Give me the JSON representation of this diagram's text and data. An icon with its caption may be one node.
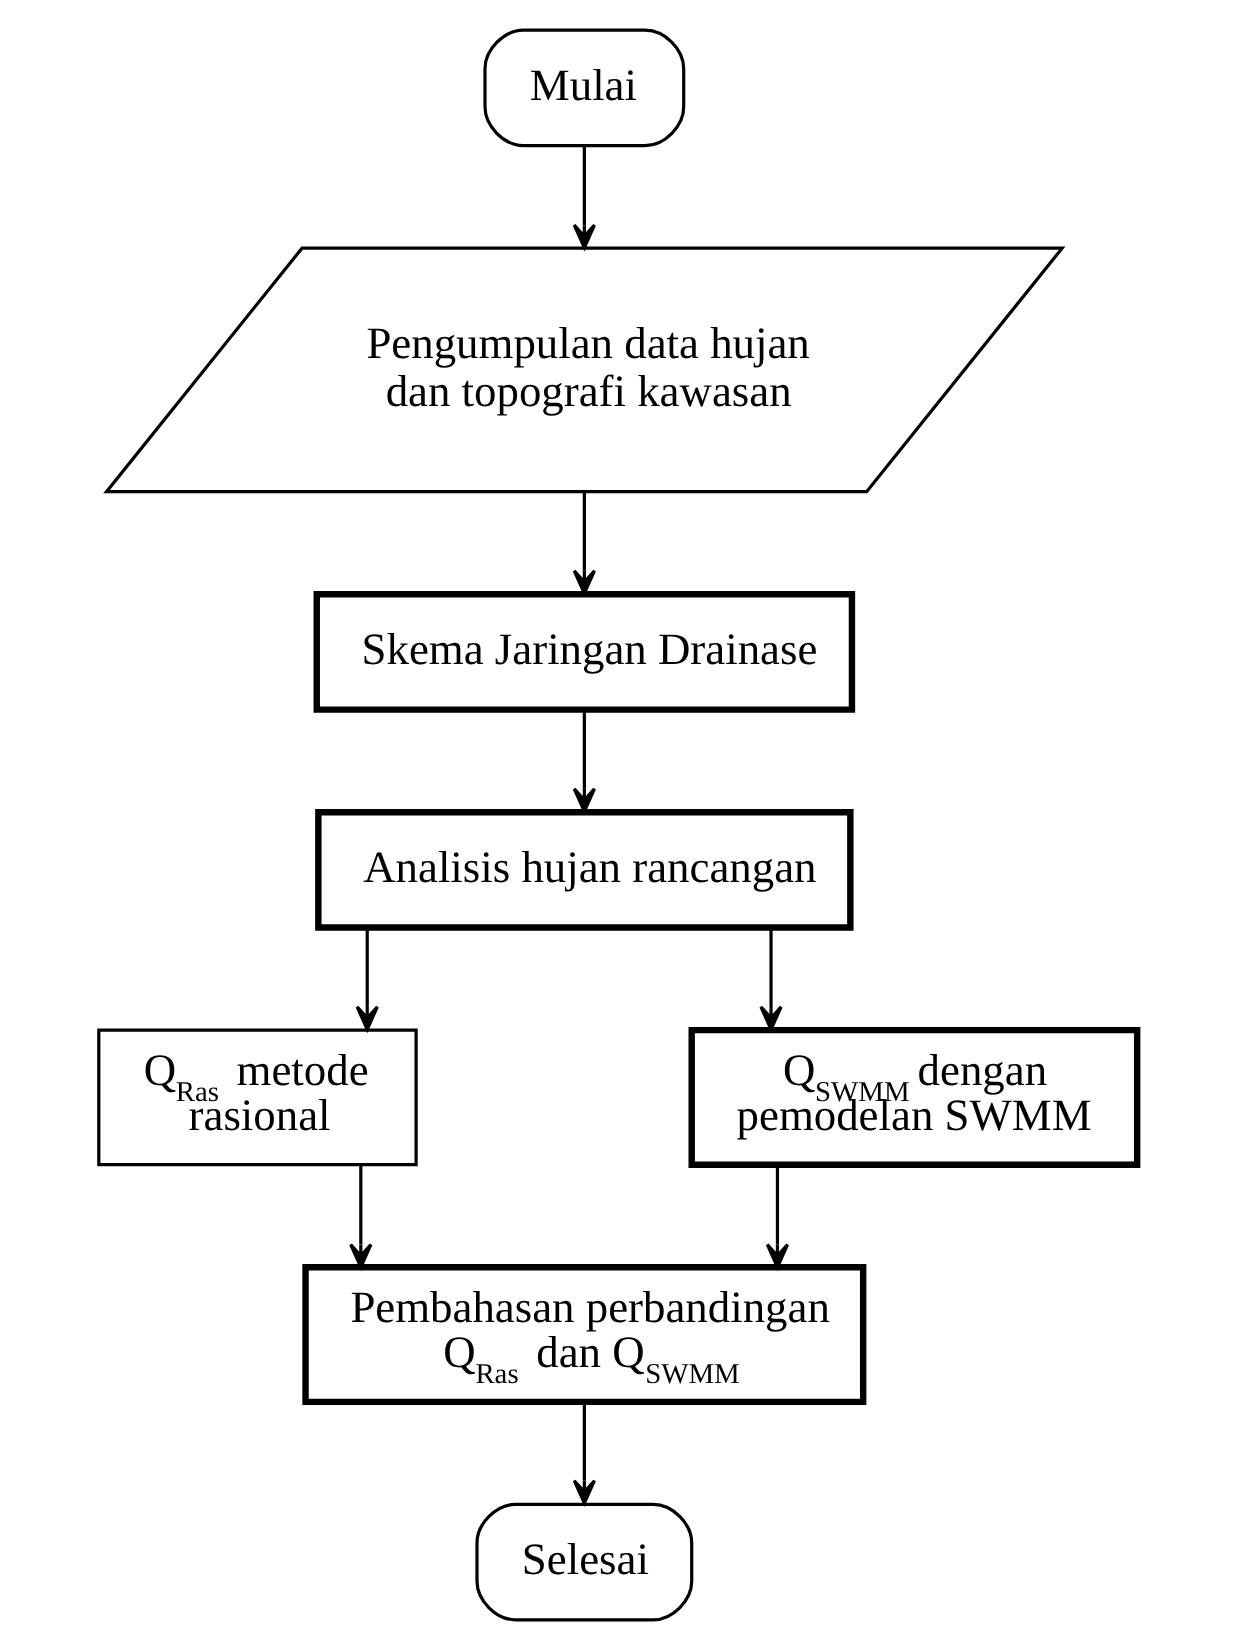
{
  "diagram": {
    "nodes": [
      {
        "text": [
          "Mulai"
        ]
      },
      {
        "text": [
          "Pengumpulan data hujan dan topografi kawasan"
        ]
      },
      {
        "text": [
          "Skema Jaringan Drainase"
        ]
      },
      {
        "text": [
          "Analisis hujan rancangan"
        ]
      },
      {
        "text": [
          "Q$_{Ras}$ metode rasional"
        ]
      },
      {
        "text": [
          "Q$_{SWMM}$ dengan pemodelan SWMM"
        ]
      },
      {
        "text": [
          "Pembahasan perbandingan Q$_{Ras}$ dan Q$_{SWMM}$"
        ]
      },
      {
        "text": [
          "Selesai"
        ]
      }
    ],
    "edges": [
      {
        "from": 0,
        "to": 1,
        "arrow": "to"
      },
      {
        "from": 1,
        "to": 2,
        "arrow": "to"
      },
      {
        "from": 2,
        "to": 3,
        "arrow": "to"
      },
      {
        "from": 3,
        "to": 4,
        "arrow": "to"
      },
      {
        "from": 3,
        "to": 5,
        "arrow": "to"
      },
      {
        "from": 4,
        "to": 6,
        "arrow": "to"
      },
      {
        "from": 5,
        "to": 6,
        "arrow": "to"
      },
      {
        "from": 6,
        "to": 7,
        "arrow": "to"
      }
    ]
  }
}
